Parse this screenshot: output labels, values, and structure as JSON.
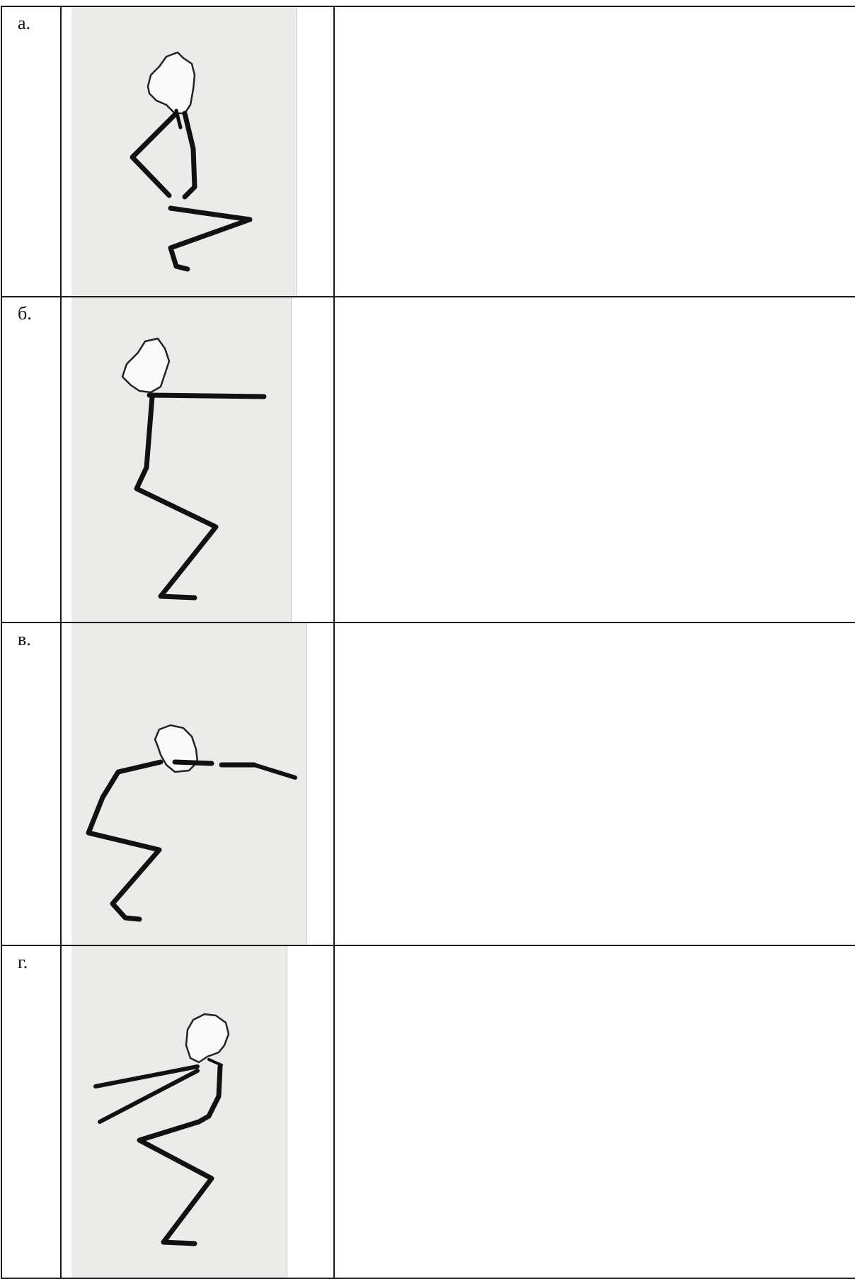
{
  "rows": [
    {
      "label": "а.",
      "figure_icon": "squat-arms-bent-figure"
    },
    {
      "label": "б.",
      "figure_icon": "squat-arms-forward-figure"
    },
    {
      "label": "в.",
      "figure_icon": "deep-squat-arms-forward-figure"
    },
    {
      "label": "г.",
      "figure_icon": "squat-arms-back-figure"
    }
  ]
}
